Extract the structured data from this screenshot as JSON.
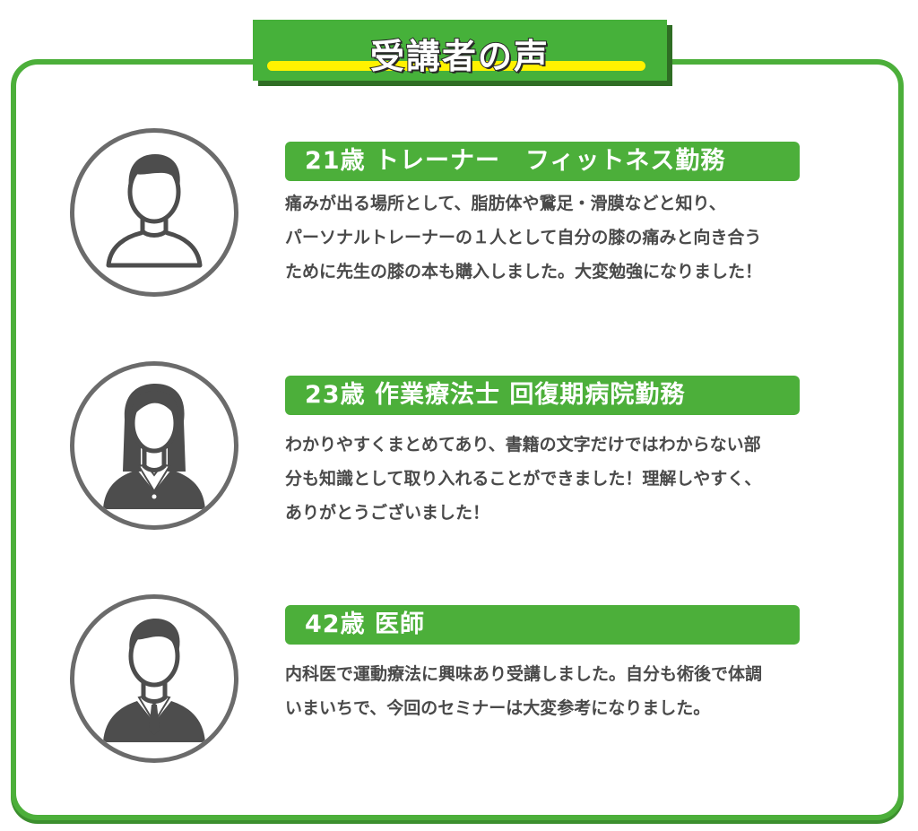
{
  "header": {
    "title": "受講者の声"
  },
  "testimonials": [
    {
      "label": "21歳 トレーナー　フィットネス勤務",
      "avatar": "man-casual-avatar-icon",
      "lines": [
        "痛みが出る場所として、脂肪体や鵞足・滑膜などと知り、",
        "パーソナルトレーナーの１人として自分の膝の痛みと向き合う",
        "ために先生の膝の本も購入しました。大変勉強になりました！"
      ]
    },
    {
      "label": "23歳 作業療法士 回復期病院勤務",
      "avatar": "woman-suit-avatar-icon",
      "lines": [
        "わかりやすくまとめてあり、書籍の文字だけではわからない部",
        "分も知識として取り入れることができました！理解しやすく、",
        "ありがとうございました！"
      ]
    },
    {
      "label": "42歳 医師",
      "avatar": "man-suit-avatar-icon",
      "lines": [
        "内科医で運動療法に興味あり受講しました。自分も術後で体調",
        "いまいちで、今回のセミナーは大変参考になりました。"
      ]
    }
  ],
  "colors": {
    "accent_green": "#4caf3a",
    "title_highlight": "#fff200",
    "text": "#4a4a4a",
    "avatar_gray": "#4d4d4d"
  }
}
